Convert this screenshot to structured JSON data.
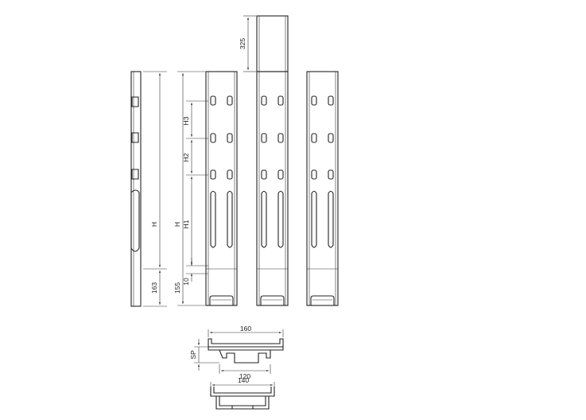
{
  "dimensions": {
    "h": "H",
    "h1": "H1",
    "h2": "H2",
    "h3": "H3",
    "d163": "163",
    "d155": "155",
    "d10": "10",
    "d325": "325",
    "d160": "160",
    "d120": "120",
    "d140": "140",
    "sp": "SP"
  }
}
